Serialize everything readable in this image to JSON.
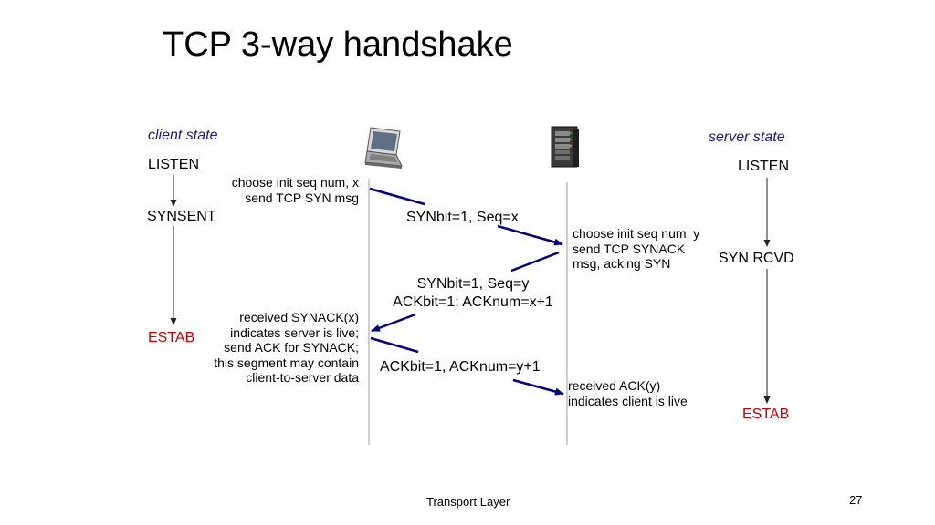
{
  "title": "TCP 3-way handshake",
  "client": {
    "header": "client state",
    "states": [
      "LISTEN",
      "SYNSENT",
      "ESTAB"
    ],
    "note1": [
      "choose init seq num, x",
      "send TCP SYN msg"
    ],
    "note2": [
      "received SYNACK(x)",
      "indicates server is live;",
      "send ACK for SYNACK;",
      "this segment may contain",
      "client-to-server data"
    ]
  },
  "server": {
    "header": "server state",
    "states": [
      "LISTEN",
      "SYN RCVD",
      "ESTAB"
    ],
    "note1": [
      "choose init seq num, y",
      "send TCP SYNACK",
      "msg, acking SYN"
    ],
    "note2": [
      "received ACK(y)",
      "indicates client is live"
    ]
  },
  "messages": {
    "syn": "SYNbit=1, Seq=x",
    "synack_line1": "SYNbit=1, Seq=y",
    "synack_line2": "ACKbit=1; ACKnum=x+1",
    "ack": "ACKbit=1, ACKnum=y+1"
  },
  "icons": {
    "client": "laptop-computer-icon",
    "server": "server-tower-icon"
  },
  "colors": {
    "arrow": "#00008b",
    "estab": "#cc0000",
    "header": "#1a1a8c"
  },
  "footer": {
    "label": "Transport Layer",
    "page": "27"
  }
}
